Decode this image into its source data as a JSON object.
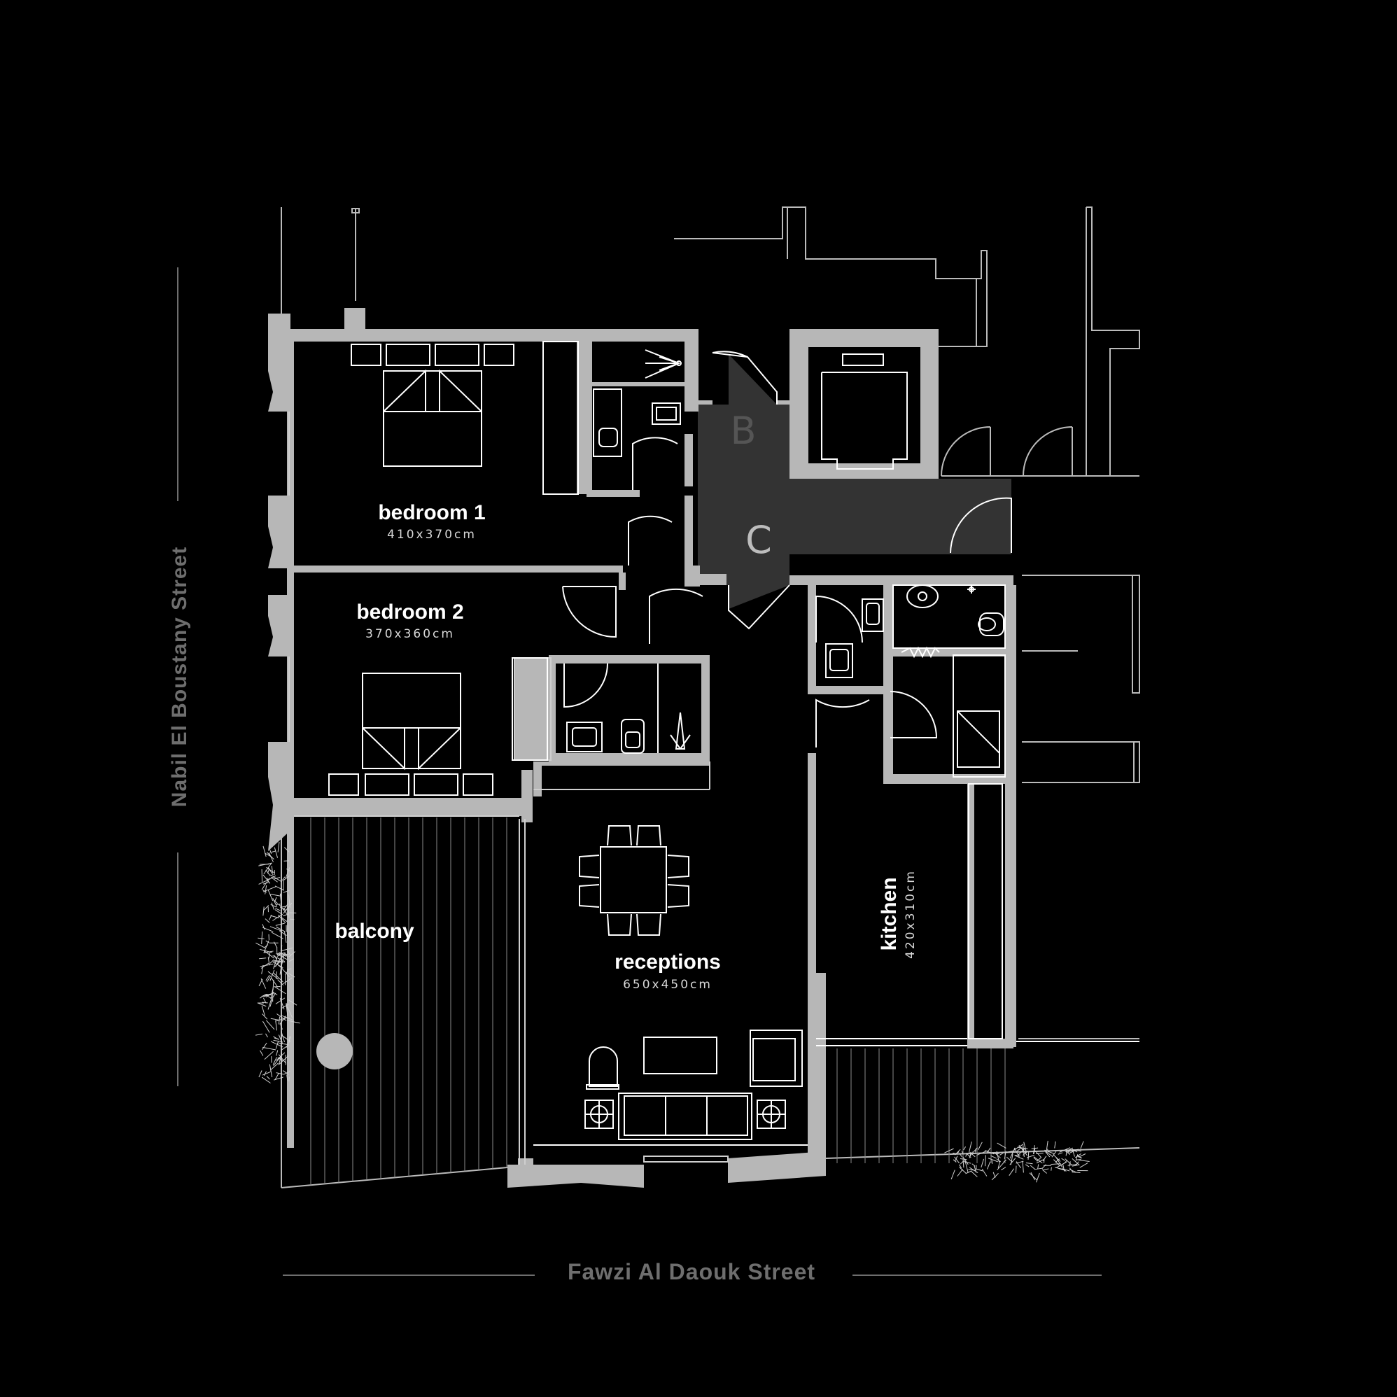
{
  "rooms": {
    "bedroom1": {
      "name": "bedroom 1",
      "size": "410x370cm"
    },
    "bedroom2": {
      "name": "bedroom 2",
      "size": "370x360cm"
    },
    "receptions": {
      "name": "receptions",
      "size": "650x450cm"
    },
    "kitchen": {
      "name": "kitchen",
      "size": "420x310cm"
    },
    "balcony": {
      "name": "balcony"
    }
  },
  "zones": {
    "b": "B",
    "c": "C"
  },
  "streets": {
    "side": "Nabil El Boustany Street",
    "bottom": "Fawzi Al Daouk Street"
  },
  "colors": {
    "background": "#000000",
    "wall": "#b7b7b7",
    "corridor": "#333333",
    "label": "#ffffff",
    "street": "#6e6e6e"
  }
}
